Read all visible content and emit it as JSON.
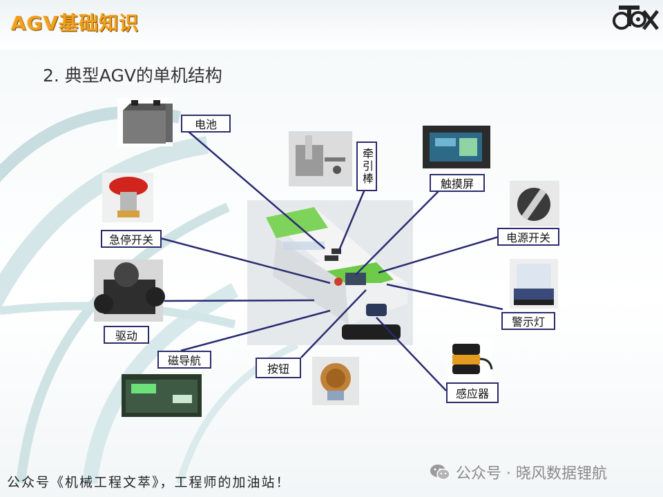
{
  "header": {
    "title": "AGV基础知识",
    "logo_name": "btx-logo"
  },
  "slide": {
    "title": "2. 典型AGV的单机结构"
  },
  "components": {
    "battery": "电池",
    "tow_bar": "牵引棒",
    "touch_screen": "触摸屏",
    "power_switch": "电源开关",
    "emergency_stop": "急停开关",
    "drive": "驱动",
    "warning_light": "警示灯",
    "magnetic_nav": "磁导航",
    "button": "按钮",
    "sensor": "感应器"
  },
  "footer": {
    "left_text": "公众号《机械工程文萃》，工程师的加油站！",
    "right_text": "公众号 · 晓风数据锂航",
    "icon_name": "wechat-icon"
  },
  "colors": {
    "title_orange": "#f0a020",
    "label_border": "#2b2b6b",
    "leader_line": "#2a2a70",
    "agv_green": "#6ecb4a",
    "bg_arc": "#bcd6da"
  }
}
